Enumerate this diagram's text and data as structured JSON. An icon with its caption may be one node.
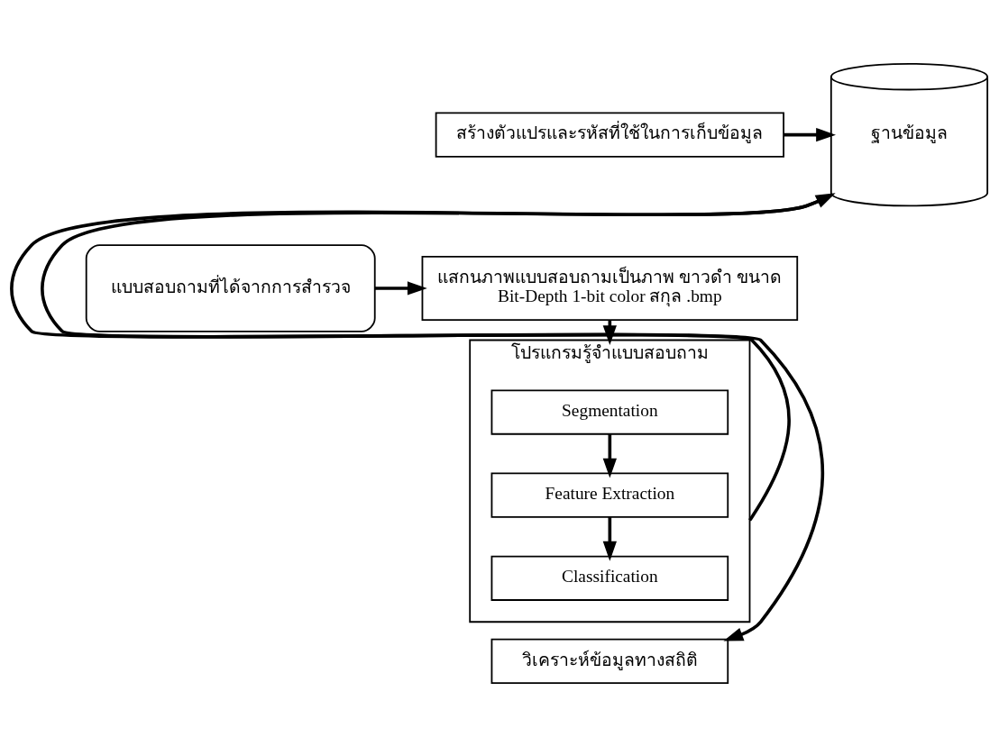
{
  "diagram": {
    "nodes": [
      {
        "text": [
          "สร้างตัวแปรและรหัสที่ใช้ในการเก็บข้อมูล"
        ]
      },
      {
        "text": [
          "ฐานข้อมูล"
        ]
      },
      {
        "text": [
          "แบบสอบถามที่ได้จากการสำรวจ"
        ]
      },
      {
        "text": [
          "แสกนภาพแบบสอบถามเป็นภาพ ขาวดำ ขนาด Bit-Depth 1-bit color สกุล .bmp"
        ]
      },
      {
        "text": [
          "โปรแกรมรู้จำแบบสอบถาม"
        ]
      },
      {
        "text": [
          "Segmentation"
        ],
        "in": 4
      },
      {
        "text": [
          "Feature Extraction"
        ],
        "in": 4
      },
      {
        "text": [
          "Classification"
        ],
        "in": 4
      },
      {
        "text": [
          "วิเคราะห์ข้อมูลทางสถิติ"
        ]
      }
    ],
    "edges": [
      {
        "from": 0,
        "to": 1,
        "arrow": "to"
      },
      {
        "from": 2,
        "to": 3,
        "arrow": "to"
      },
      {
        "from": 3,
        "to": 4,
        "arrow": "to"
      },
      {
        "from": 5,
        "to": 6,
        "arrow": "to"
      },
      {
        "from": 6,
        "to": 7,
        "arrow": "to"
      },
      {
        "from": 4,
        "to": 1,
        "arrow": "to"
      },
      {
        "from": 1,
        "to": 8,
        "arrow": "to"
      }
    ]
  }
}
